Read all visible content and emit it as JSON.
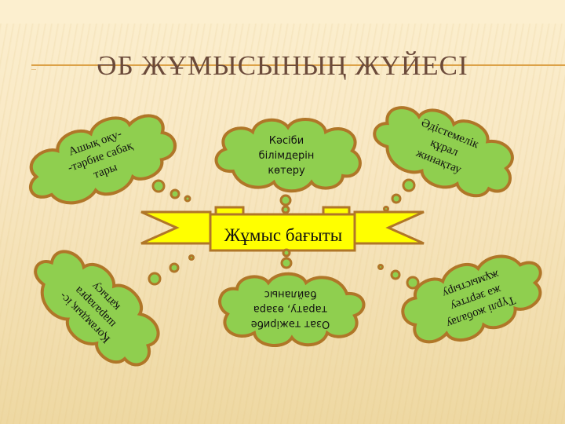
{
  "slide": {
    "title": "ӘБ ЖҰМЫСЫНЫҢ ЖҮЙЕСІ",
    "center": {
      "label": "Жұмыс бағыты"
    },
    "clouds": [
      {
        "position": "top-left",
        "text": "Ашық оқу-\n-тәрбие сабақ\nтары",
        "rotation_deg": -20
      },
      {
        "position": "top-center",
        "text": "Кәсіби\nбілімдерін\nкөтеру",
        "rotation_deg": 0
      },
      {
        "position": "top-right",
        "text": "Әдістемелік\nқұрал\nжинақтау",
        "rotation_deg": 22
      },
      {
        "position": "bottom-left",
        "text": "Қоғамдық іс-\nшараларға\nқатысу",
        "rotation_deg": 225
      },
      {
        "position": "bottom-center",
        "text": "Озат тәжірибе\nтарату, өзара\nбайланыс",
        "rotation_deg": 180
      },
      {
        "position": "bottom-right",
        "text": "Түрлі жобалау\nжә зерттеу\nжұмыстыру",
        "rotation_deg": 160
      }
    ],
    "colors": {
      "title": "#6b4a3a",
      "title_line": "#dca248",
      "cloud_fill": "#8fcf4f",
      "cloud_stroke": "#b07628",
      "banner_fill": "#ffff00",
      "banner_stroke": "#b07628",
      "background": "#f8e7c2"
    }
  }
}
